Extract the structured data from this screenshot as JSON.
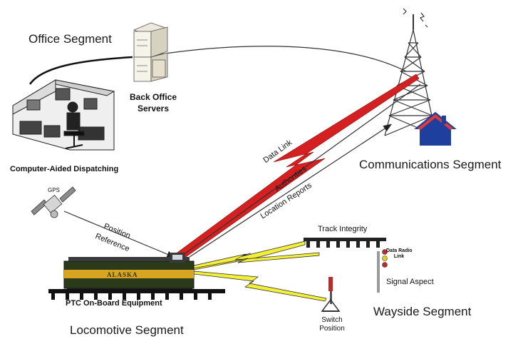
{
  "segments": {
    "office": "Office Segment",
    "communications": "Communications Segment",
    "locomotive": "Locomotive Segment",
    "wayside": "Wayside Segment"
  },
  "components": {
    "back_office_line1": "Back Office",
    "back_office_line2": "Servers",
    "dispatching": "Computer-Aided Dispatching",
    "gps": "GPS",
    "onboard": "PTC On-Board Equipment",
    "track_integrity": "Track Integrity",
    "signal_aspect": "Signal Aspect",
    "switch_line1": "Switch",
    "switch_line2": "Position",
    "data_radio_line1": "Data Radio",
    "data_radio_line2": "Link",
    "locomotive_brand": "ALASKA"
  },
  "links": {
    "data_link": "Data Link",
    "authorities": "Authorities",
    "location_reports": "Location Reports",
    "position_line1": "Position",
    "position_line2": "Reference"
  },
  "colors": {
    "data_link": "#d42020",
    "wayside_link": "#f2ee3a",
    "locomotive_body": "#2b3a1a",
    "locomotive_stripe": "#d9a521",
    "house": "#1f3f9e",
    "signal_red": "#c0282a"
  }
}
